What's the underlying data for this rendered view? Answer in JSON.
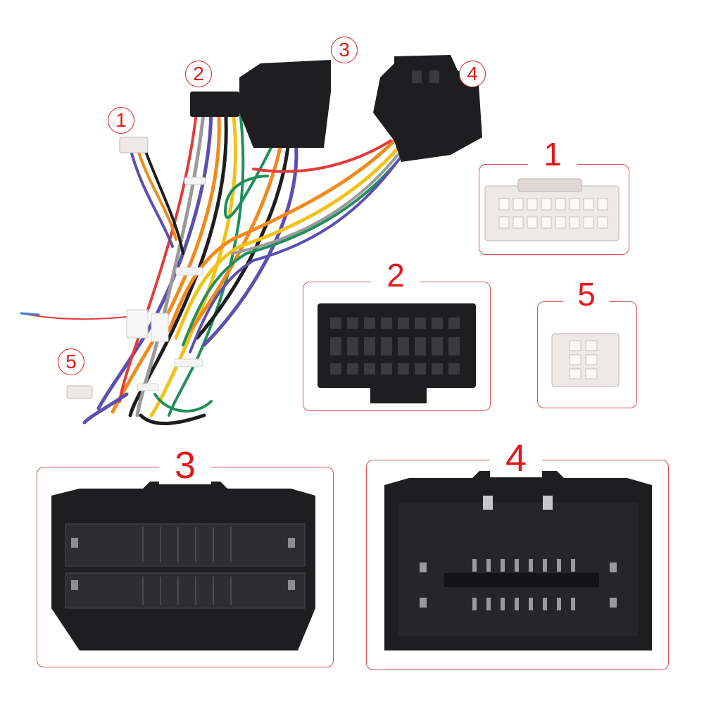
{
  "labels": {
    "harness": [
      "1",
      "2",
      "3",
      "4",
      "5"
    ],
    "panels": [
      "1",
      "2",
      "5",
      "3",
      "4"
    ]
  },
  "colors": {
    "label_red": "#e0191b",
    "panel_border": "#d9534f",
    "connector_black": "#1e1e20",
    "connector_white": "#ece9e7",
    "wire_orange": "#f08a1c",
    "wire_purple": "#5b4fb0",
    "wire_green": "#1f8f5a",
    "wire_yellow": "#f2c21a",
    "wire_gray": "#9a9a9a",
    "wire_red": "#e23b3b"
  }
}
